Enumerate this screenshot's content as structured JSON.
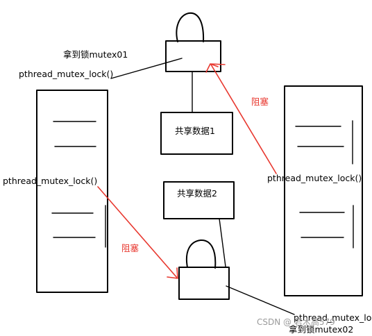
{
  "labels": {
    "got_lock_mutex01": "拿到锁mutex01",
    "pthread_mutex_lock_top_left": "pthread_mutex_lock()",
    "pthread_mutex_lock_left": "pthread_mutex_lock()",
    "pthread_mutex_lock_right": "pthread_mutex_lock()",
    "pthread_mutex_lock_bottom": "pthread_mutex_lock()",
    "got_lock_mutex02": "拿到锁mutex02",
    "shared_data_1": "共享数据1",
    "shared_data_2": "共享数据2",
    "blocked_top": "阻塞",
    "blocked_bottom": "阻塞",
    "watermark": "CSDN @ 若木高579"
  },
  "colors": {
    "ink": "#000000",
    "arrow": "#e8382f",
    "watermark": "#9a9a9a"
  },
  "icons": {
    "lock": "padlock-icon"
  }
}
